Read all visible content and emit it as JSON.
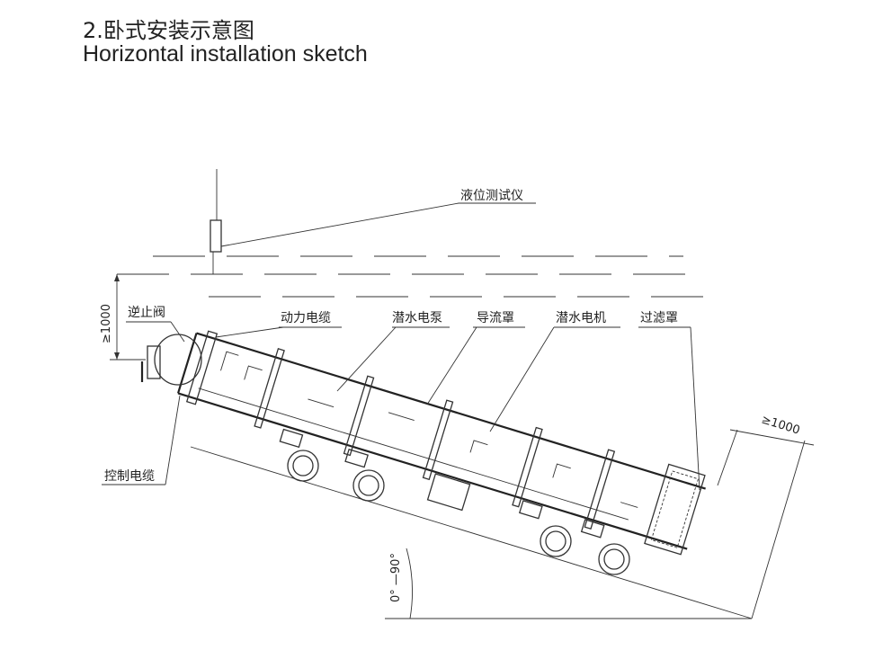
{
  "title": {
    "zh": "2.卧式安装示意图",
    "en": "Horizontal installation sketch"
  },
  "labels": {
    "level_gauge": "液位测试仪",
    "check_valve": "逆止阀",
    "power_cable": "动力电缆",
    "pump": "潜水电泵",
    "guide_cover": "导流罩",
    "motor": "潜水电机",
    "filter_cover": "过滤罩",
    "control_cable": "控制电缆"
  },
  "dimensions": {
    "depth": "≥1000",
    "clearance": "≥1000",
    "angle": "0° —90°"
  }
}
